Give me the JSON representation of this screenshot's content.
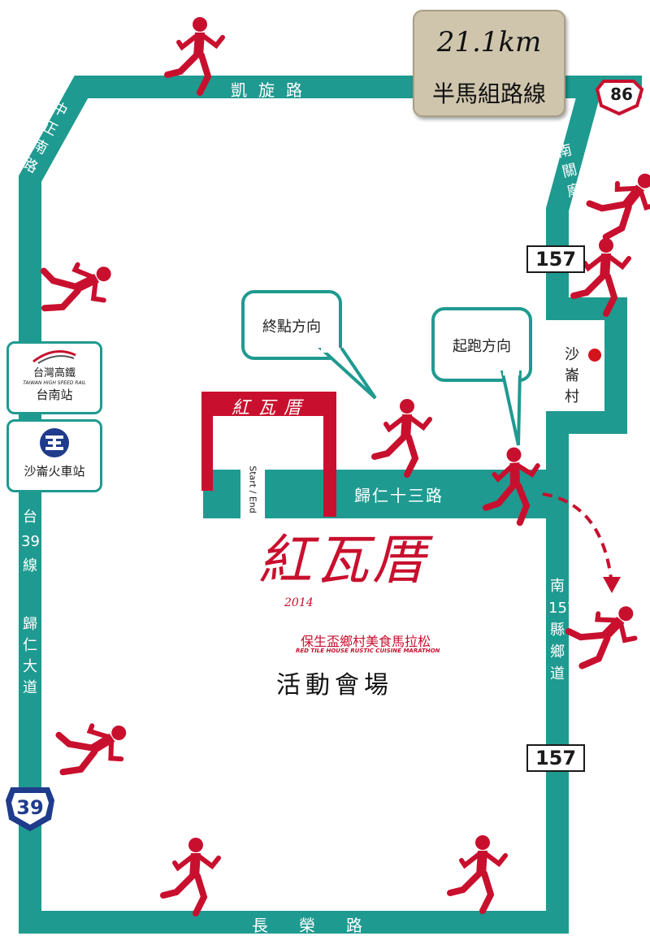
{
  "title": {
    "distance": "21.1km",
    "subtitle": "半馬組路線"
  },
  "roads": {
    "top": "凱旋路",
    "top_left_diagonal": "中正南路",
    "right_diagonal": "台南關廟線",
    "left_upper": "台39線",
    "left_lower": "歸仁大道",
    "bottom": "長榮路",
    "center": "歸仁十三路",
    "right_lower": "南157縣鄉道"
  },
  "route_shields": {
    "hw86": "86",
    "hw39": "39",
    "county157_upper": "157",
    "county157_lower": "157"
  },
  "callouts": {
    "finish_direction": "終點方向",
    "start_direction": "起跑方向"
  },
  "stations": {
    "hsr_brand_zh": "台灣高鐵",
    "hsr_brand_en": "TAIWAN HIGH SPEED RAIL",
    "hsr_station": "台南站",
    "tra_station": "沙崙火車站"
  },
  "village": "沙崙村",
  "start_gate": {
    "logo": "紅瓦厝",
    "label": "Start / End"
  },
  "event": {
    "logo": "紅瓦厝",
    "year": "2014",
    "name_zh": "保生盃鄉村美食馬拉松",
    "name_en": "RED TILE HOUSE RUSTIC CUISINE MARATHON",
    "venue": "活動會場"
  },
  "colors": {
    "road": "#1f9a90",
    "runner": "#c8102e",
    "gate": "#c8102e",
    "shield_blue": "#1f3b8c"
  }
}
